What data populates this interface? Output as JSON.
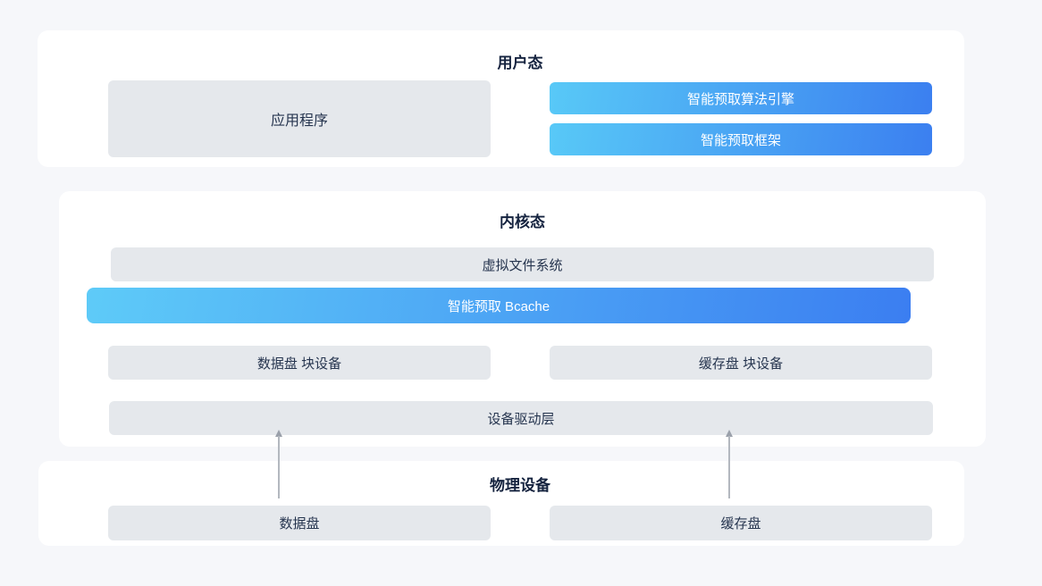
{
  "colors": {
    "page_bg": "#f6f7fa",
    "panel_bg": "#ffffff",
    "gray_box_bg": "#e5e8ec",
    "title_text": "#15233f",
    "box_text": "#26354f",
    "blue_gradient_start": "#58c9f7",
    "blue_gradient_end": "#3b7ff0",
    "blue_box_text": "#ffffff",
    "arrow_line": "#b3b8bf",
    "arrow_head": "#9aa0aa"
  },
  "sections": {
    "user_mode": {
      "title": "用户态",
      "application": "应用程序",
      "algorithm_engine": "智能预取算法引擎",
      "prefetch_framework": "智能预取框架"
    },
    "kernel_mode": {
      "title": "内核态",
      "vfs": "虚拟文件系统",
      "bcache": "智能预取 Bcache",
      "data_block_device": "数据盘 块设备",
      "cache_block_device": "缓存盘 块设备",
      "driver_layer": "设备驱动层"
    },
    "physical": {
      "title": "物理设备",
      "data_disk": "数据盘",
      "cache_disk": "缓存盘"
    }
  }
}
